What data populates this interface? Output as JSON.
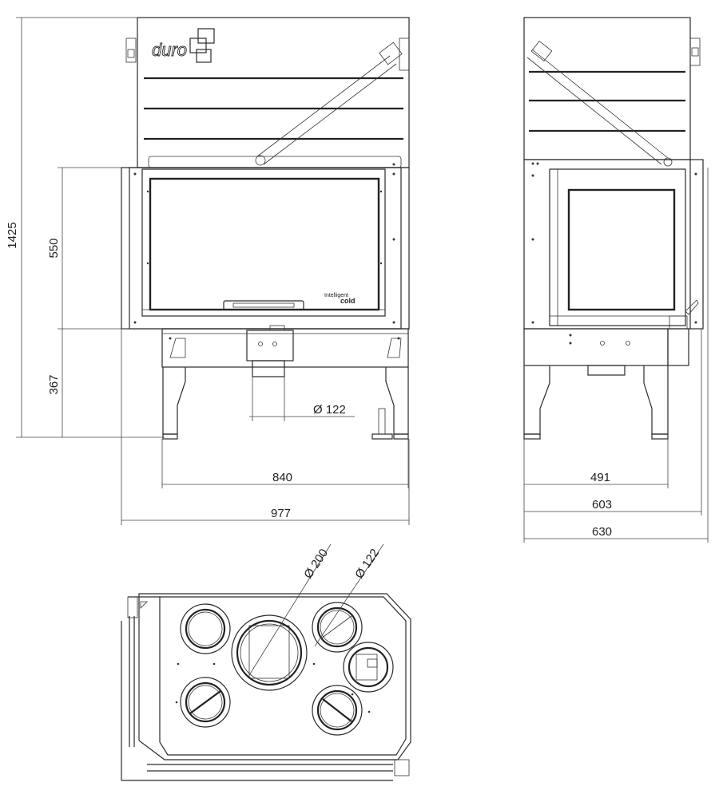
{
  "brand": {
    "logo_text": "duro"
  },
  "door_badge": {
    "line1": "Intelligent",
    "line2": "cold"
  },
  "dimensions": {
    "total_height": "1425",
    "door_height": "550",
    "base_height": "367",
    "pipe_front": "Ø 122",
    "base_width": "840",
    "total_width": "977",
    "side_base_depth": "491",
    "side_depth": "603",
    "side_total_depth": "630",
    "top_large_pipe": "Ø 200",
    "top_small_pipe": "Ø 122"
  },
  "colors": {
    "line": "#2a2a2a",
    "background": "#ffffff"
  }
}
